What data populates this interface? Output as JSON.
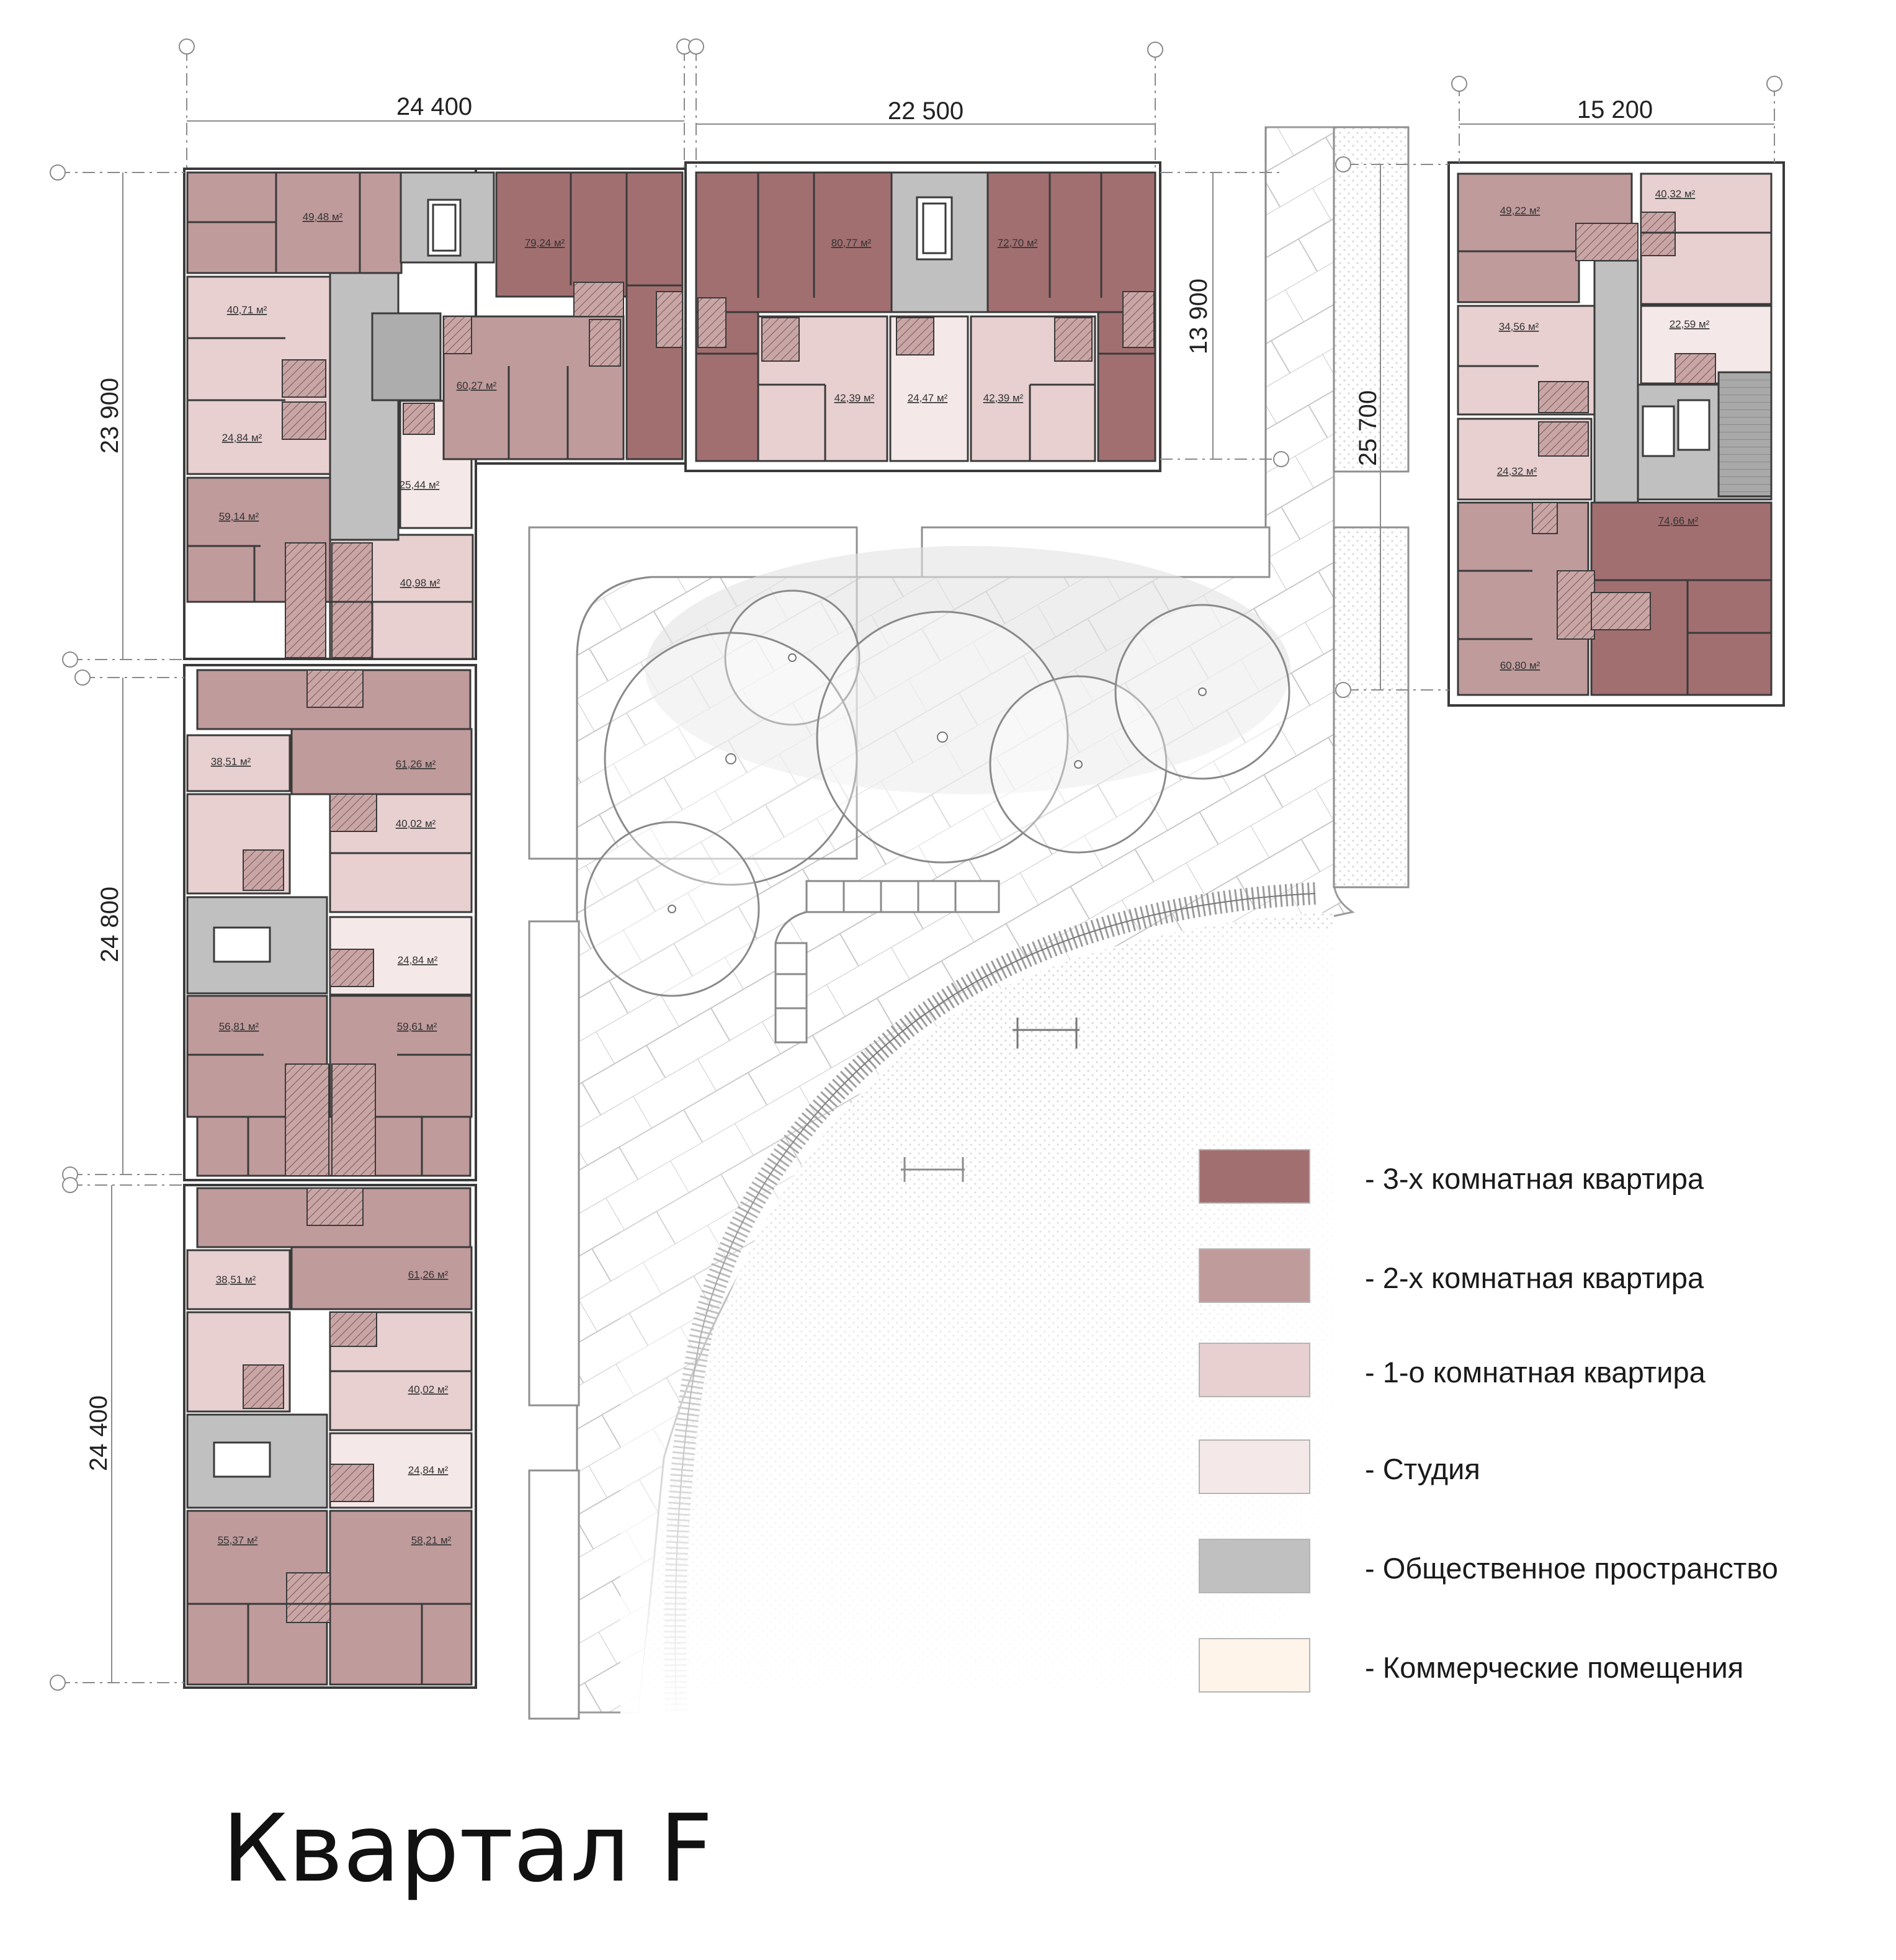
{
  "title": "Квартал F",
  "colors": {
    "three_room": "#a26f70",
    "two_room": "#c09b9c",
    "one_room": "#e8d0d0",
    "studio": "#f5e8e8",
    "public": "#c0c0c0",
    "commercial": "#fef4e9"
  },
  "dimensions": {
    "top_left": "24 400",
    "top_middle": "22 500",
    "top_right": "15 200",
    "left_upper": "23 900",
    "left_middle": "24 800",
    "left_lower": "24 400",
    "middle_vertical": "13 900",
    "right_vertical": "25 700"
  },
  "apartments": {
    "a1": "49,48 м²",
    "a2": "79,24 м²",
    "a3": "80,77 м²",
    "a4": "72,70 м²",
    "a5": "40,71 м²",
    "a6": "60,27 м²",
    "a7": "42,39 м²",
    "a8": "24,47 м²",
    "a9": "42,39 м²",
    "a10": "24,84 м²",
    "a11": "25,44 м²",
    "a12": "59,14 м²",
    "a13": "40,98 м²",
    "a14": "38,51 м²",
    "a15": "61,26 м²",
    "a16": "40,02 м²",
    "a17": "24,84 м²",
    "a18": "56,81 м²",
    "a19": "59,61 м²",
    "a20": "38,51 м²",
    "a21": "61,26 м²",
    "a22": "40,02 м²",
    "a23": "24,84 м²",
    "a24": "55,37 м²",
    "a25": "58,21 м²",
    "b1": "49,22 м²",
    "b2": "40,32 м²",
    "b3": "34,56 м²",
    "b4": "22,59 м²",
    "b5": "24,32 м²",
    "b6": "74,66 м²",
    "b7": "60,80 м²"
  },
  "legend": [
    {
      "label": "- 3-х комнатная квартира",
      "color": "#a26f70"
    },
    {
      "label": "- 2-х комнатная квартира",
      "color": "#c09b9c"
    },
    {
      "label": "- 1-о комнатная квартира",
      "color": "#e8d0d0"
    },
    {
      "label": "- Студия",
      "color": "#f5e8e8"
    },
    {
      "label": "- Общественное пространство",
      "color": "#c0c0c0"
    },
    {
      "label": "- Коммерческие помещения",
      "color": "#fef4e9"
    }
  ]
}
